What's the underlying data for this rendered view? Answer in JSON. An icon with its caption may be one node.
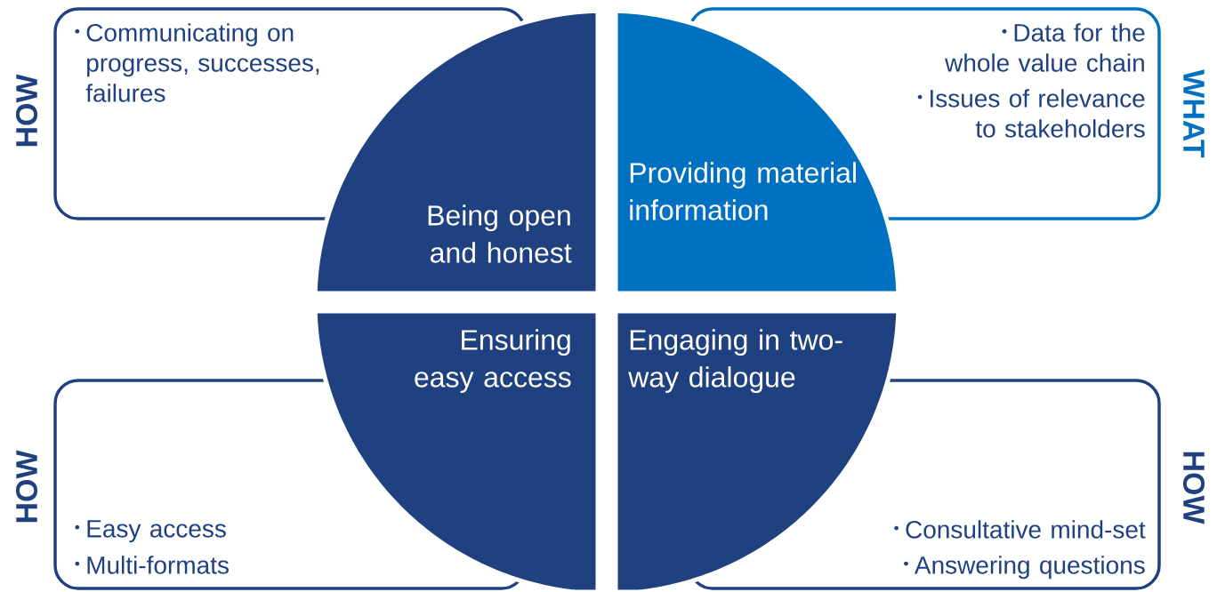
{
  "diagram": {
    "nodes": [
      {
        "text": [
          "HOW",
          "Communicating on progress, successes, failures"
        ]
      },
      {
        "text": [
          "WHAT",
          "Data for the whole value chain",
          "Issues of relevance to stakeholders"
        ]
      },
      {
        "text": [
          "Being open and honest"
        ]
      },
      {
        "text": [
          "Providing material information"
        ]
      },
      {
        "text": [
          "Ensuring easy access"
        ]
      },
      {
        "text": [
          "Engaging in two-way dialogue"
        ]
      },
      {
        "text": [
          "HOW",
          "Easy access",
          "Multi-formats"
        ]
      },
      {
        "text": [
          "HOW",
          "Consultative mind-set",
          "Answering questions"
        ]
      }
    ]
  }
}
